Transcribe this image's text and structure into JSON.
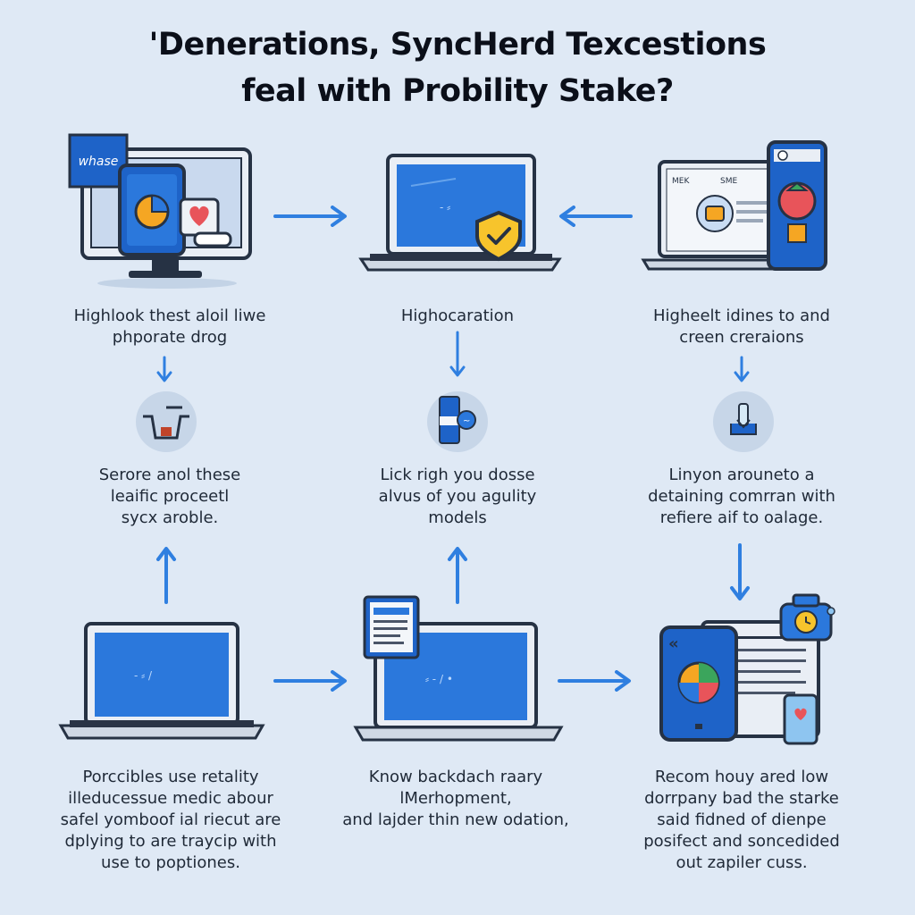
{
  "title": {
    "line1": "'Denerations, SyncHerd Texcestions",
    "line2": "feal with Probility Stake?"
  },
  "top_row": [
    {
      "screen_tag": "whase",
      "caption": [
        "Highlook thest aloil liwe",
        "phporate drog"
      ]
    },
    {
      "caption": [
        "Highocaration"
      ]
    },
    {
      "browser_tabs": [
        "MEK",
        "SME"
      ],
      "caption": [
        "Higheelt idines to and",
        "creen creraions"
      ]
    }
  ],
  "middle_row": [
    {
      "caption": [
        "Serore anol these",
        "leaific proceetl",
        "sycx aroble."
      ]
    },
    {
      "caption": [
        "Lick righ you dosse",
        "alvus of you agulity",
        "models"
      ]
    },
    {
      "caption": [
        "Linyon arouneto a",
        "detaining comrran with",
        "refiere aif to oalage."
      ]
    }
  ],
  "bottom_row": [
    {
      "caption": [
        "Porccibles use retality",
        "illeducessue medic abour",
        "safel yomboof ial riecut are",
        "dplying to are traycip with",
        "use to poptiones."
      ]
    },
    {
      "caption": [
        "Know backdach raary",
        "lMerhopment,",
        "and lajder thin new odation,"
      ]
    },
    {
      "caption": [
        "Recom houy ared low",
        "dorrpany bad the starke",
        "said fidned of dienpe",
        "posifect and soncedided",
        "out zapiler cuss."
      ]
    }
  ],
  "colors": {
    "background": "#dfe9f5",
    "arrow": "#2f7fe0",
    "screen_blue": "#1e63c8",
    "frame": "#263244",
    "badge_yellow": "#f7c42c"
  }
}
